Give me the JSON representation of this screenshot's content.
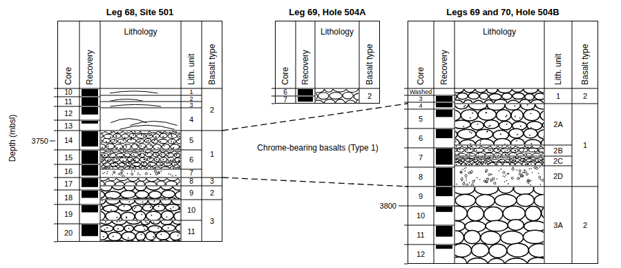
{
  "diagram": {
    "nodes": [
      {
        "text": [
          "Leg 68, Site 501"
        ]
      },
      {
        "text": [
          "Leg 69, Hole 504A"
        ]
      },
      {
        "text": [
          "Legs 69 and 70, Hole 504B"
        ]
      }
    ],
    "edges": [
      {
        "from": 0,
        "to": 2,
        "arrow": "none"
      },
      {
        "from": 0,
        "to": 2,
        "arrow": "none"
      }
    ],
    "labels": [
      "Depth (mbsl)",
      "Core",
      "Recovery",
      "Lithology",
      "Lith. unit",
      "Basalt type",
      "10",
      "11",
      "12",
      "13",
      "14",
      "15",
      "16",
      "17",
      "18",
      "19",
      "20",
      "1",
      "2",
      "3",
      "4",
      "5",
      "6",
      "7",
      "8",
      "9",
      "10",
      "11",
      "2",
      "1",
      "3",
      "2",
      "3",
      "3750",
      "Core",
      "Recovery",
      "Lithology",
      "Basalt type",
      "6",
      "7",
      "2",
      "Chrome-bearing basalts (Type 1)",
      "Core",
      "Recovery",
      "Lithology",
      "Lith. unit",
      "Basalt type",
      "Washed",
      "3",
      "4",
      "5",
      "6",
      "7",
      "8",
      "9",
      "10",
      "11",
      "12",
      "1",
      "2A",
      "2B",
      "2C",
      "2D",
      "3A",
      "2",
      "1",
      "2",
      "3800"
    ]
  }
}
